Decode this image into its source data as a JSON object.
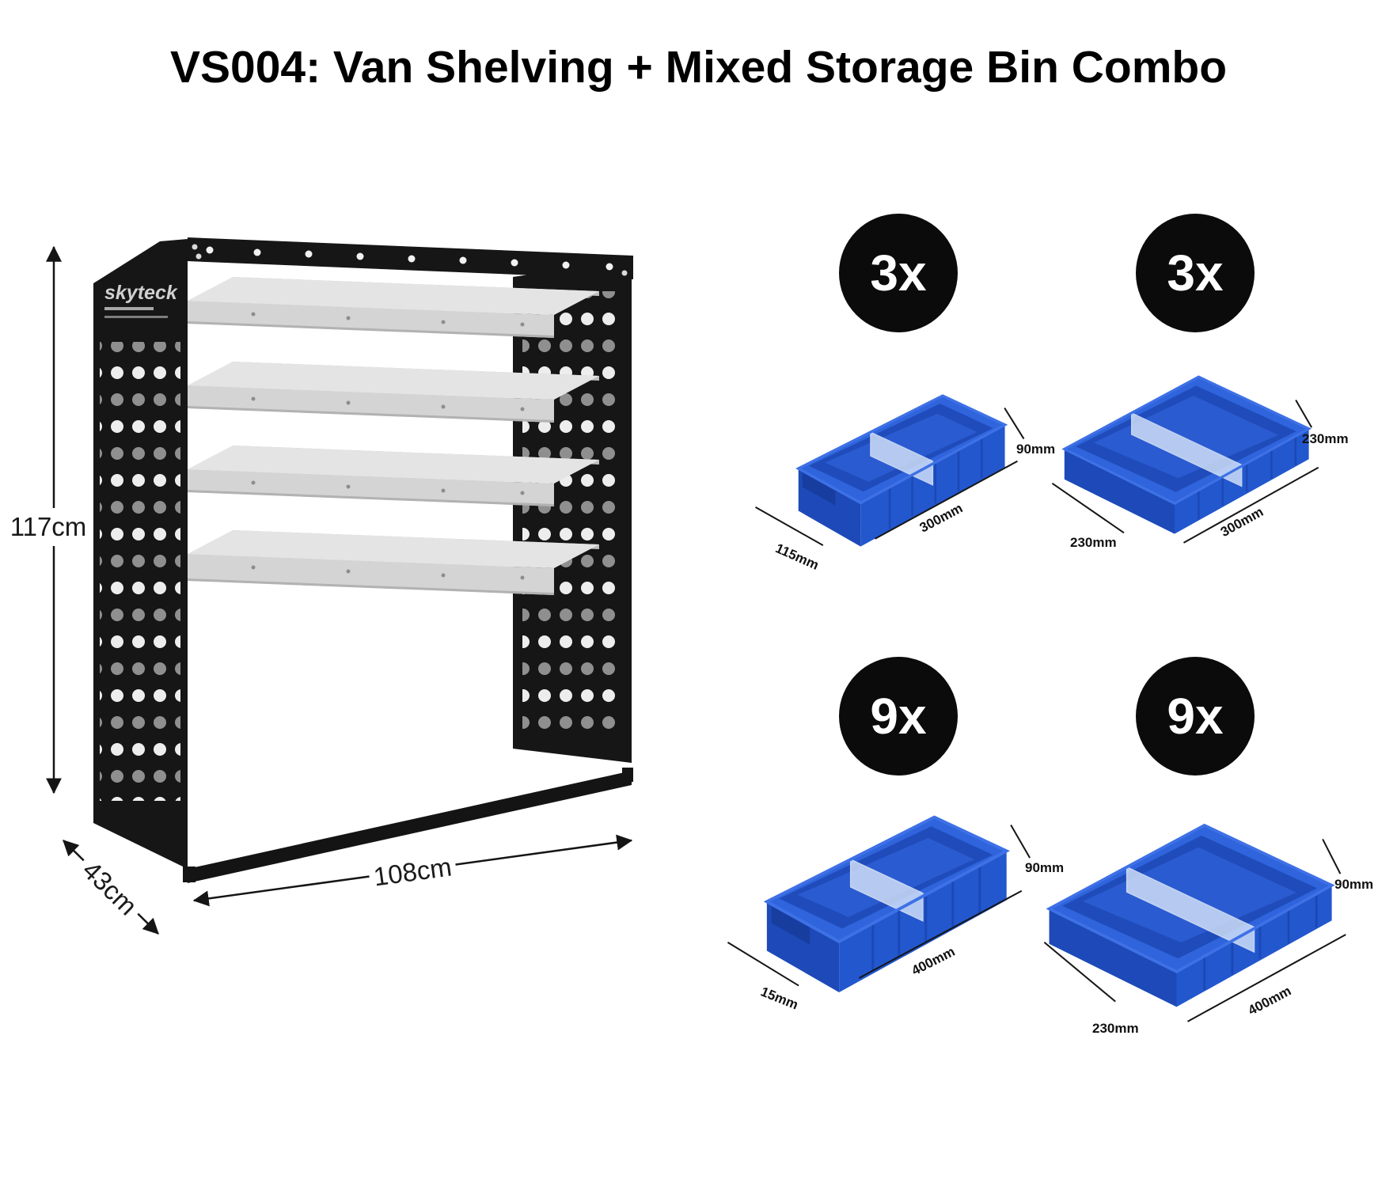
{
  "title": "VS004: Van Shelving + Mixed Storage Bin Combo",
  "shelving": {
    "brand": "skyteck",
    "dims": {
      "height": "117cm",
      "depth": "43cm",
      "width": "108cm"
    }
  },
  "bin_groups": [
    {
      "qty": "3x",
      "height": "90mm",
      "length": "300mm",
      "width": "115mm"
    },
    {
      "qty": "3x",
      "height": "230mm",
      "length": "300mm",
      "width": "230mm"
    },
    {
      "qty": "9x",
      "height": "90mm",
      "length": "400mm",
      "width": "15mm"
    },
    {
      "qty": "9x",
      "height": "90mm",
      "length": "400mm",
      "width": "230mm"
    }
  ],
  "colors": {
    "bin_blue": "#2257ce",
    "bin_blue_dark": "#1d4ab8",
    "bin_rim": "#2f64dc",
    "badge_bg": "#0b0b0b",
    "badge_text": "#ffffff",
    "shelf_grey": "#e4e4e4",
    "frame_black": "#161616"
  }
}
